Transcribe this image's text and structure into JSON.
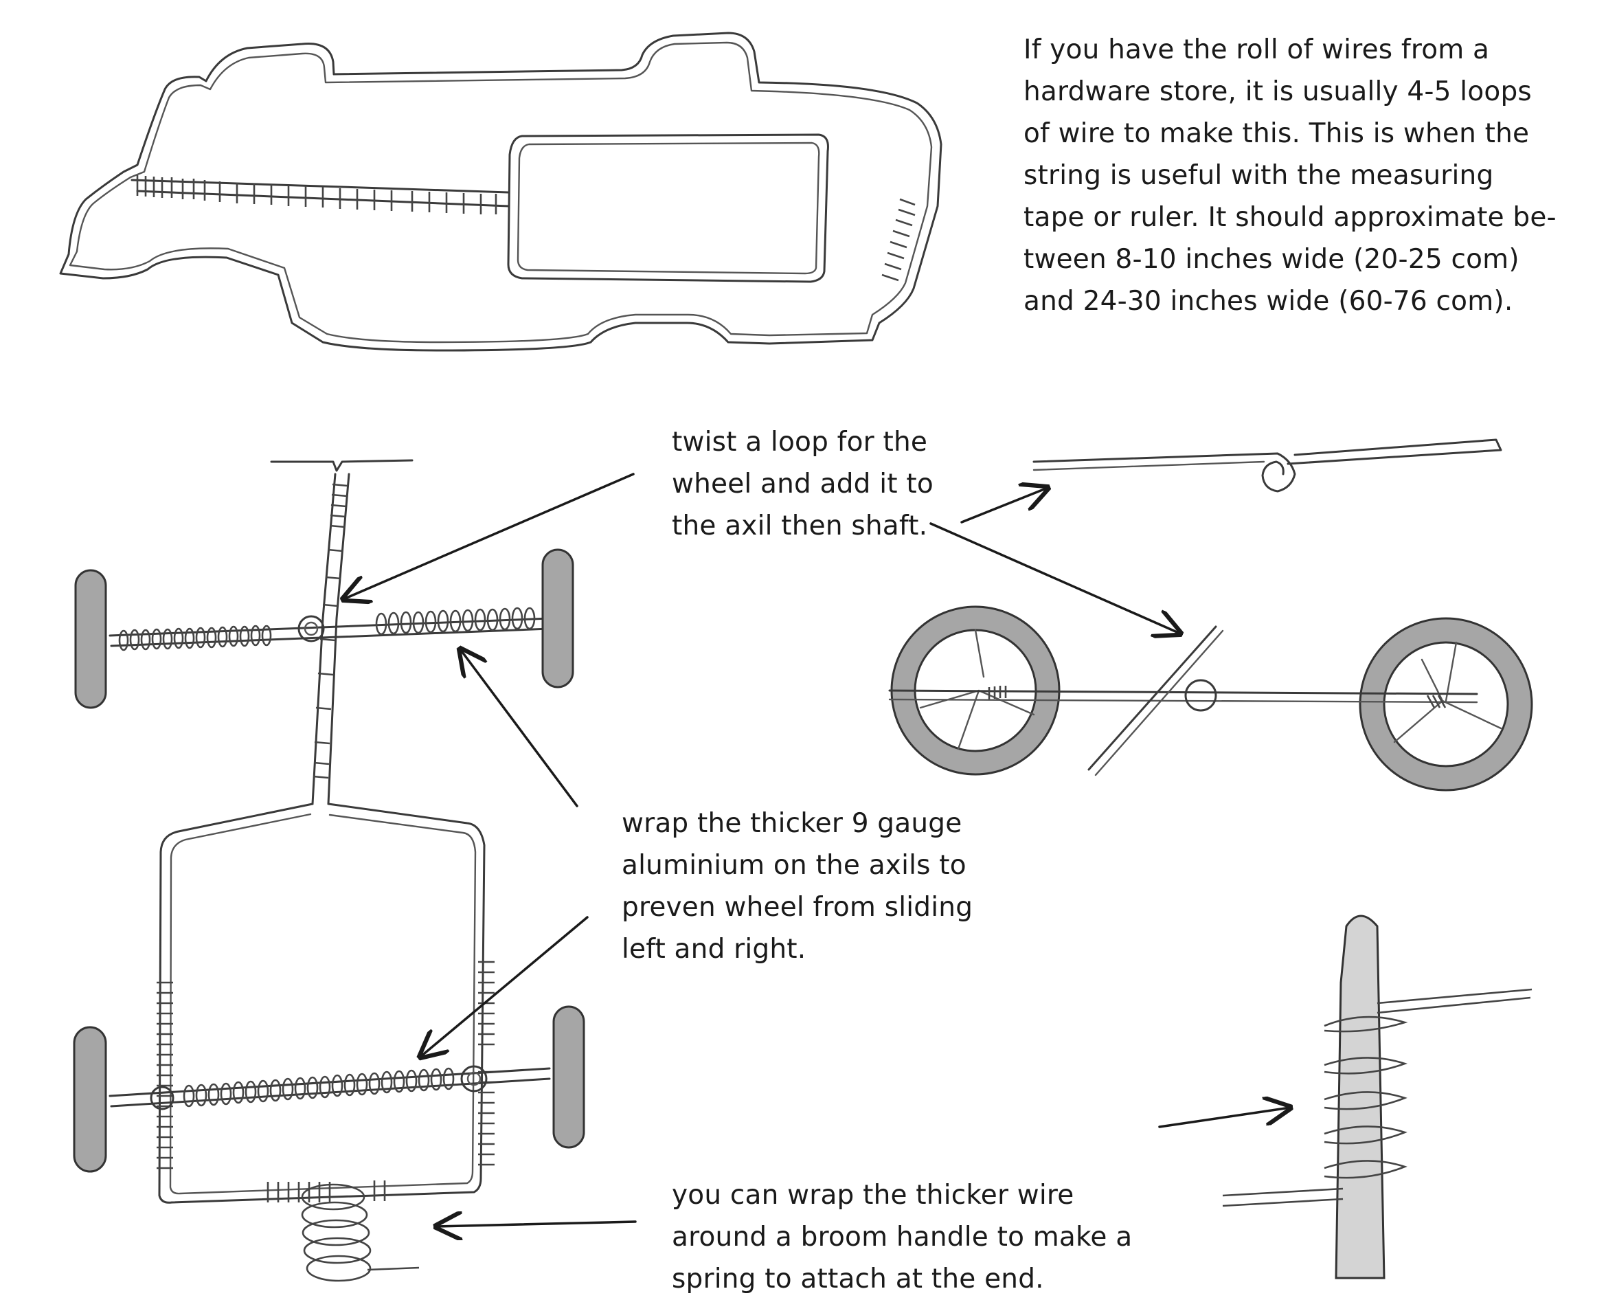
{
  "texts": {
    "intro": "If you have the roll of wires from a\nhardware store, it is usually 4-5 loops\nof wire to make this. This is when the\nstring is useful with the measuring\ntape or ruler. It should approximate be-\ntween 8-10 inches wide (20-25 com)\nand 24-30 inches wide (60-76 com).",
    "loop": "twist a loop for the\nwheel and add it to\nthe axil then shaft.",
    "wrap": "wrap the thicker 9 gauge\naluminium on the axils to\npreven wheel from sliding\nleft and right.",
    "spring": "you can wrap the thicker wire\naround a broom handle to make a\nspring to attach at the end."
  },
  "colors": {
    "ink": "#1a1a1a",
    "wire": "#3a3a3a",
    "tire_fill": "#a6a6a6",
    "handle_fill": "#d4d4d4"
  }
}
